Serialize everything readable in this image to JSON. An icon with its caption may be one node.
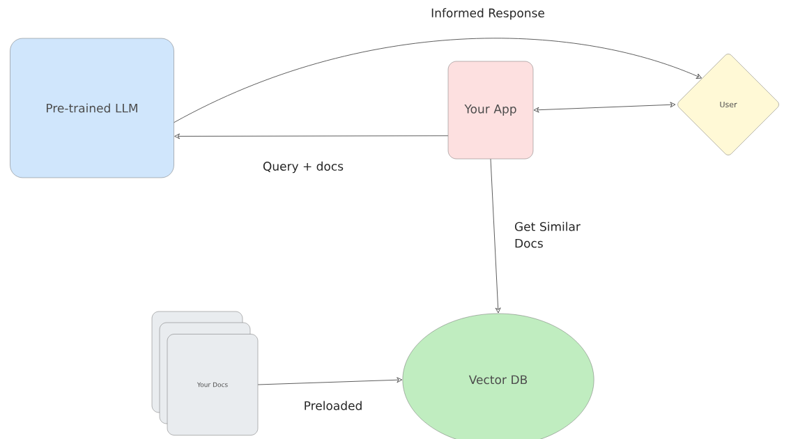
{
  "diagram": {
    "nodes": [
      {
        "text": [
          "Pre-trained LLM"
        ]
      },
      {
        "text": [
          "Your App"
        ]
      },
      {
        "text": [
          "User"
        ]
      },
      {
        "text": [
          "Your Docs"
        ]
      },
      {
        "text": [
          "Vector DB"
        ]
      }
    ],
    "edges": [
      {
        "from": 0,
        "to": 2,
        "arrow": "to",
        "label": "Informed Response"
      },
      {
        "from": 1,
        "to": 0,
        "arrow": "to",
        "label": "Query + docs"
      },
      {
        "from": 1,
        "to": 2,
        "arrow": "both"
      },
      {
        "from": 1,
        "to": 4,
        "arrow": "to",
        "label": "Get Similar Docs"
      },
      {
        "from": 3,
        "to": 4,
        "arrow": "to",
        "label": "Preloaded"
      }
    ]
  }
}
